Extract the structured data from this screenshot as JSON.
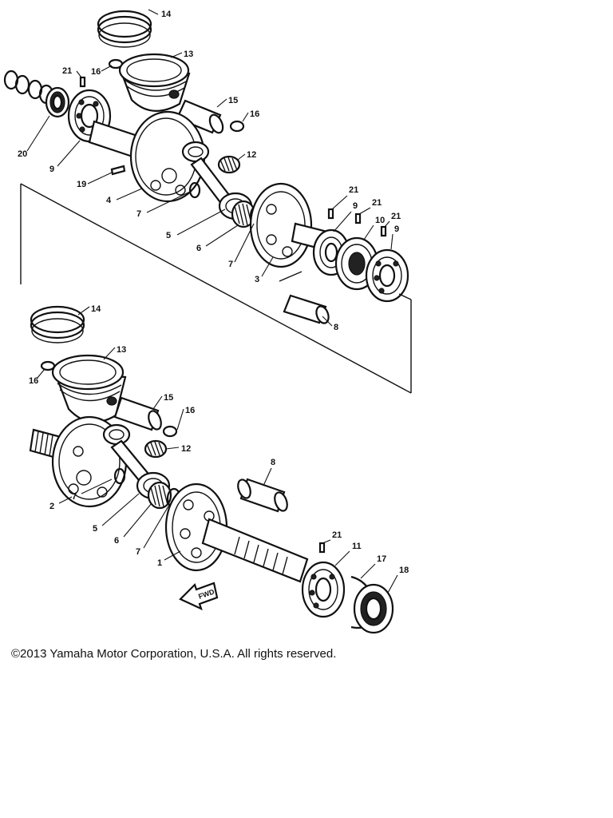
{
  "diagram": {
    "part_callouts": [
      "14",
      "16",
      "13",
      "21",
      "20",
      "9",
      "15",
      "16",
      "12",
      "19",
      "4",
      "7",
      "5",
      "6",
      "7",
      "3",
      "21",
      "9",
      "21",
      "10",
      "21",
      "9",
      "8",
      "14",
      "13",
      "16",
      "15",
      "16",
      "12",
      "2",
      "7",
      "5",
      "6",
      "7",
      "1",
      "8",
      "21",
      "11",
      "17",
      "18"
    ],
    "direction_arrow": "FWD"
  },
  "footer": {
    "copyright": "©2013 Yamaha Motor Corporation, U.S.A. All rights reserved."
  }
}
